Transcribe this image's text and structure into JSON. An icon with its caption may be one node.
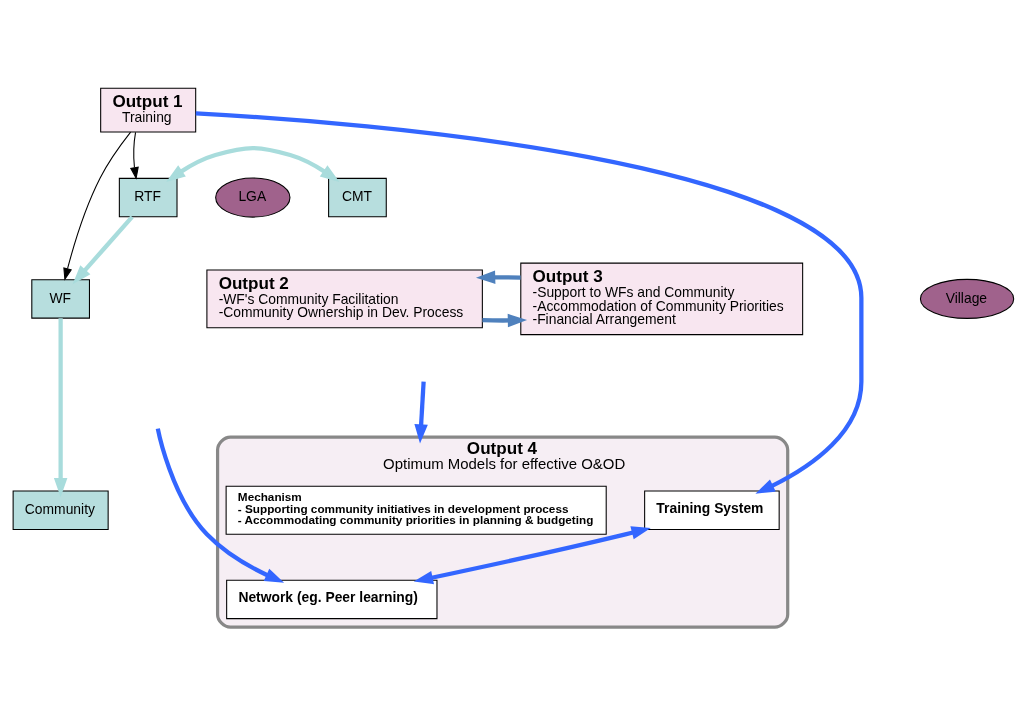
{
  "diagram": {
    "nodes": [
      {
        "text": [
          "Output 1",
          "Training"
        ]
      },
      {
        "text": [
          "RTF"
        ]
      },
      {
        "text": [
          "CMT"
        ]
      },
      {
        "text": [
          "LGA"
        ]
      },
      {
        "text": [
          "WF"
        ]
      },
      {
        "text": [
          "Village"
        ]
      },
      {
        "text": [
          "Community"
        ]
      },
      {
        "text": [
          "Output 2",
          "-WF's Community Facilitation",
          "-Community Ownership in Dev. Process"
        ]
      },
      {
        "text": [
          "Output 3",
          "-Support to WFs and Community",
          "-Accommodation of Community Priorities",
          "-Financial Arrangement"
        ]
      },
      {
        "text": [
          "Output 4",
          "Optimum Models for effective O&OD"
        ]
      },
      {
        "text": [
          "Training System"
        ],
        "in": 9
      },
      {
        "text": [
          "Network (eg. Peer learning)"
        ],
        "in": 9
      },
      {
        "text": [
          "Mechanism",
          "- Supporting community initiatives in development process",
          "- Accommodating community priorities in planning & budgeting"
        ],
        "in": 9
      }
    ],
    "edges": [
      {
        "from": 0,
        "to": 1,
        "arrow": "to",
        "color": "#000000"
      },
      {
        "from": 0,
        "to": 4,
        "arrow": "to",
        "color": "#000000"
      },
      {
        "from": 1,
        "to": 2,
        "arrow": "both",
        "color": "#a8dcdc"
      },
      {
        "from": 1,
        "to": 4,
        "arrow": "to",
        "color": "#a8dcdc"
      },
      {
        "from": 4,
        "to": 6,
        "arrow": "to",
        "color": "#a8dcdc"
      },
      {
        "from": 7,
        "to": 8,
        "arrow": "to",
        "color": "#4f81bd"
      },
      {
        "from": 8,
        "to": 7,
        "arrow": "to",
        "color": "#4f81bd"
      },
      {
        "from": 0,
        "to": 10,
        "arrow": "to",
        "color": "#3366ff"
      },
      {
        "from": null,
        "to": 11,
        "arrow": "to",
        "color": "#3366ff"
      },
      {
        "from": null,
        "to": 9,
        "arrow": "to",
        "color": "#3366ff"
      },
      {
        "from": 10,
        "to": 11,
        "arrow": "both",
        "color": "#3366ff"
      }
    ]
  }
}
